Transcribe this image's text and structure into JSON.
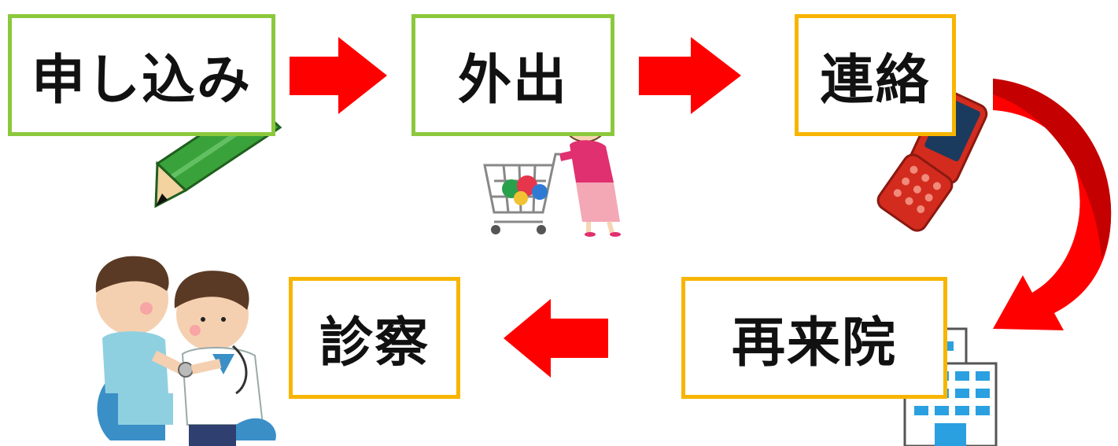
{
  "steps": [
    {
      "label": "申し込み"
    },
    {
      "label": "外出"
    },
    {
      "label": "連絡"
    },
    {
      "label": "再来院"
    },
    {
      "label": "診察"
    }
  ],
  "colors": {
    "step_border_green": "#8cc83c",
    "step_border_yellow": "#f7b500",
    "arrow": "#ff0000",
    "arrow_dark": "#c40000"
  },
  "illustrations": [
    "pencil-icon",
    "shopping-woman-icon",
    "mobile-phone-icon",
    "hospital-icon",
    "doctor-patient-icon"
  ]
}
